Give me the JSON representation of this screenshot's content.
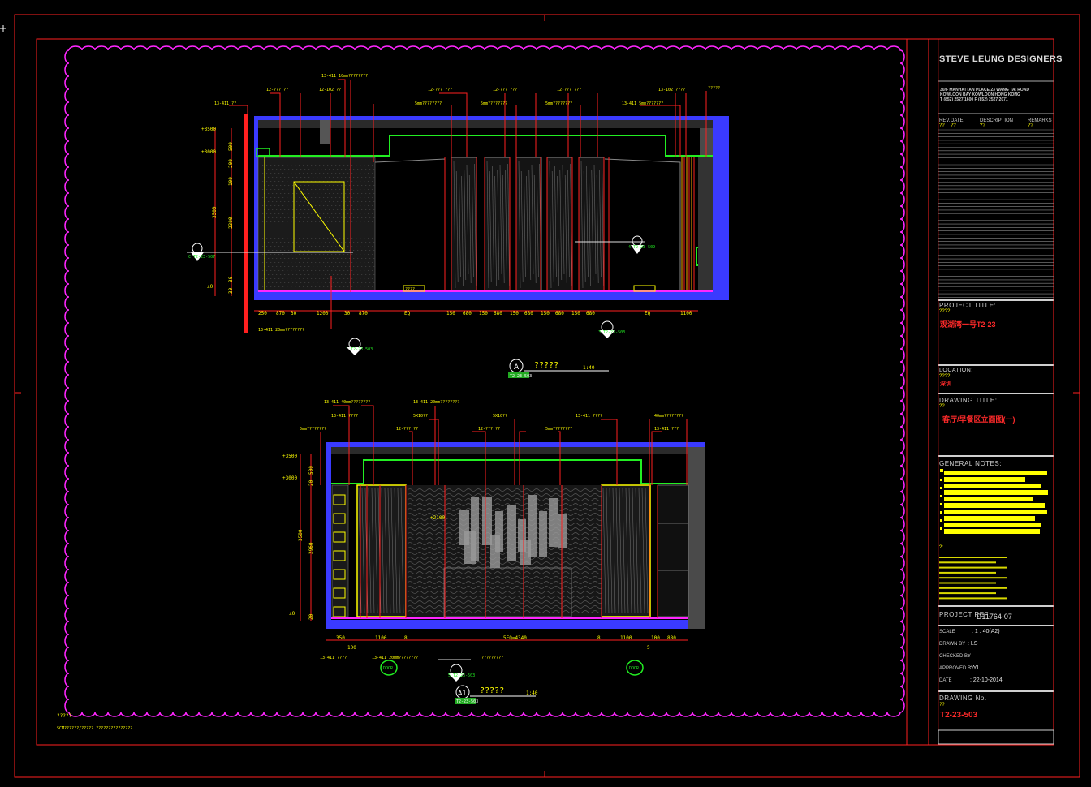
{
  "title_block": {
    "firm": "STEVE LEUNG DESIGNERS",
    "address_lines": [
      "30/F MANHATTAN PLACE 23 WANG TAI ROAD",
      "KOWLOON BAY KOWLOON HONG KONG",
      "T (852) 2527 1600 F (852) 2527 2071"
    ],
    "revision_headers": [
      "REV.",
      "DATE",
      "DESCRIPTION",
      "REMARKS"
    ],
    "revision_values": [
      "??",
      "??",
      "??",
      "??"
    ],
    "project_title_label": "PROJECT TITLE:",
    "project_title_cn": "????",
    "project_title": "观湖湾一号T2-23",
    "location_label": "LOCATION:",
    "location_cn": "????",
    "location": "深圳",
    "drawing_title_label": "DRAWING  TITLE:",
    "drawing_title_cn": "??",
    "drawing_title": "客厅/早餐区立面图(一)",
    "general_notes_label": "GENERAL NOTES:",
    "notes_cn_label": "?:",
    "project_ref_label": "PROJECT REF:",
    "project_ref": "D11764-07",
    "scale_label": "SCALE",
    "scale_value": ": 1 : 40(A2)",
    "drawn_by_label": "DRAWN BY",
    "drawn_by_value": ": LS",
    "checked_by_label": "CHECKED BY",
    "checked_by_value": ":",
    "approved_by_label": "APPROVED BY",
    "approved_by_value": ": YL",
    "date_label": "DATE",
    "date_value": ": 22-10-2014",
    "drawing_no_label": "DRAWING No.",
    "drawing_no_cn": "??",
    "drawing_no": "T2-23-503"
  },
  "elevation_a": {
    "marker": "A",
    "sheet_ref": "T2-23-503",
    "title": "?????",
    "scale": "1:40",
    "levels": [
      "+3500",
      "+3000",
      "±0"
    ],
    "height_dims": [
      "500",
      "200",
      "100",
      "2300",
      "30",
      "30",
      "3500"
    ],
    "width_dims": [
      "250",
      "870",
      "30",
      "1200",
      "30",
      "870",
      "EQ",
      "150",
      "680",
      "150",
      "680",
      "150",
      "680",
      "150",
      "680",
      "150",
      "680",
      "EQ",
      "1100"
    ],
    "callouts": [
      "13-411 ??",
      "12-??? ??",
      "12-102 ??",
      "13-411 10mm????????",
      "12-??? ???",
      "12-??? ???",
      "12-??? ???",
      "13-102 ????",
      "13-411 5mm???????",
      "?????",
      "5mm????????",
      "5mm????????",
      "5mm????????",
      "13-411 20mm????????"
    ],
    "section_refs": [
      "C T2-23-507",
      "4 T2-23-509",
      "1 T2-23-503",
      "3 T2-23-503"
    ],
    "tag": "????"
  },
  "elevation_a1": {
    "marker": "A1",
    "sheet_ref": "T2-23-503",
    "title": "?????",
    "scale": "1:40",
    "levels": [
      "+3500",
      "+3000",
      "±0",
      "+2100"
    ],
    "height_dims": [
      "500",
      "20",
      "2960",
      "20",
      "3500"
    ],
    "width_dims": [
      "350",
      "100",
      "1100",
      "8",
      "5EQ=4340",
      "8",
      "1100",
      "100",
      "880",
      "5"
    ],
    "callouts": [
      "13-411 40mm????????",
      "13-411 20mm????????",
      "5mm????????",
      "13-411 ????",
      "12-??? ??",
      "12-??? ??",
      "5X10??",
      "5X10??",
      "5mm????????",
      "13-411 ????",
      "40mm????????",
      "13-411 ???",
      "13-411 20mm????????",
      "13-411 ????",
      "?????????"
    ],
    "door_tags": [
      "DOOR",
      "DOOR"
    ],
    "section_refs": [
      "5 T2-23-503"
    ]
  },
  "notes_footer": {
    "title": "?????",
    "text": "SCM??????/????? ???????????????"
  },
  "colors": {
    "magenta_cloud": "#ff26ff",
    "red": "#ff2020",
    "yellow": "#ffff00",
    "green": "#22ee22",
    "blue": "#3a3aff",
    "cyan": "#00e5ff",
    "gray": "#555555",
    "white": "#ffffff"
  }
}
